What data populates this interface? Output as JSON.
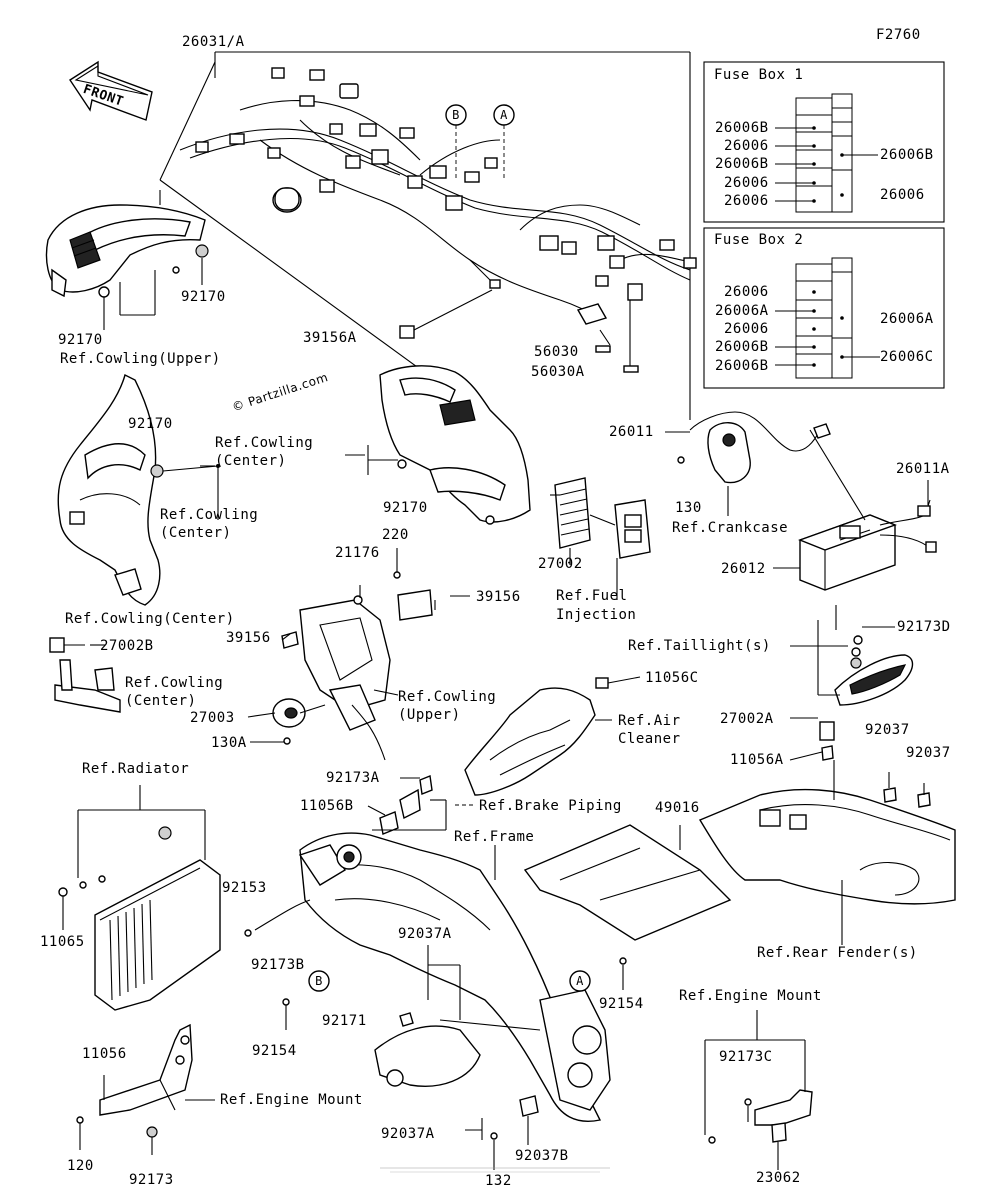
{
  "figure_code": "F2760",
  "front_arrow_text": "FRONT",
  "watermark": "© Partzilla.com",
  "fuse_box_1": {
    "title": "Fuse Box 1",
    "left_labels": [
      "26006B",
      "26006",
      "26006B",
      "26006",
      "26006"
    ],
    "right_labels": [
      "26006B",
      "26006"
    ]
  },
  "fuse_box_2": {
    "title": "Fuse Box 2",
    "left_labels": [
      "26006",
      "26006A",
      "26006",
      "26006B",
      "26006B"
    ],
    "right_labels": [
      "26006A",
      "26006C"
    ]
  },
  "callouts": {
    "c_26031a": "26031/A",
    "c_b_top": "B",
    "c_a_top": "A",
    "c_92170_a": "92170",
    "c_92170_b": "92170",
    "ref_cowling_upper_1": "Ref.Cowling(Upper)",
    "c_39156a": "39156A",
    "c_56030": "56030",
    "c_56030a": "56030A",
    "c_92170_c": "92170",
    "ref_cowling_center_1": "Ref.Cowling\n(Center)",
    "ref_cowling_center_2": "Ref.Cowling\n(Center)",
    "c_92170_d": "92170",
    "c_26011": "26011",
    "c_130": "130",
    "ref_crankcase": "Ref.Crankcase",
    "c_26011a": "26011A",
    "c_27002": "27002",
    "ref_fuel_injection": "Ref.Fuel\nInjection",
    "c_26012": "26012",
    "ref_cowling_center_3": "Ref.Cowling(Center)",
    "c_220": "220",
    "c_21176": "21176",
    "c_39156_a": "39156",
    "c_39156_b": "39156",
    "c_27002b": "27002B",
    "ref_cowling_center_4": "Ref.Cowling\n(Center)",
    "c_27003": "27003",
    "c_130a": "130A",
    "ref_cowling_upper_2": "Ref.Cowling\n(Upper)",
    "c_11056c": "11056C",
    "ref_air_cleaner": "Ref.Air\nCleaner",
    "c_92173d": "92173D",
    "ref_taillight": "Ref.Taillight(s)",
    "c_27002a": "27002A",
    "c_11056a": "11056A",
    "c_92037_a": "92037",
    "c_92037_b": "92037",
    "ref_radiator": "Ref.Radiator",
    "c_92173a": "92173A",
    "c_11056b": "11056B",
    "ref_brake_piping": "Ref.Brake Piping",
    "c_49016": "49016",
    "ref_frame": "Ref.Frame",
    "c_92153": "92153",
    "c_11065": "11065",
    "c_92173b": "92173B",
    "c_b_bottom": "B",
    "c_92037a_a": "92037A",
    "c_a_bottom": "A",
    "c_92154_a": "92154",
    "c_92154_b": "92154",
    "c_92171": "92171",
    "ref_rear_fender": "Ref.Rear Fender(s)",
    "ref_engine_mount_1": "Ref.Engine Mount",
    "c_92173c": "92173C",
    "c_11056": "11056",
    "ref_engine_mount_2": "Ref.Engine Mount",
    "c_120": "120",
    "c_92173": "92173",
    "c_92037a_b": "92037A",
    "c_92037b": "92037B",
    "c_132": "132",
    "c_23062": "23062"
  }
}
